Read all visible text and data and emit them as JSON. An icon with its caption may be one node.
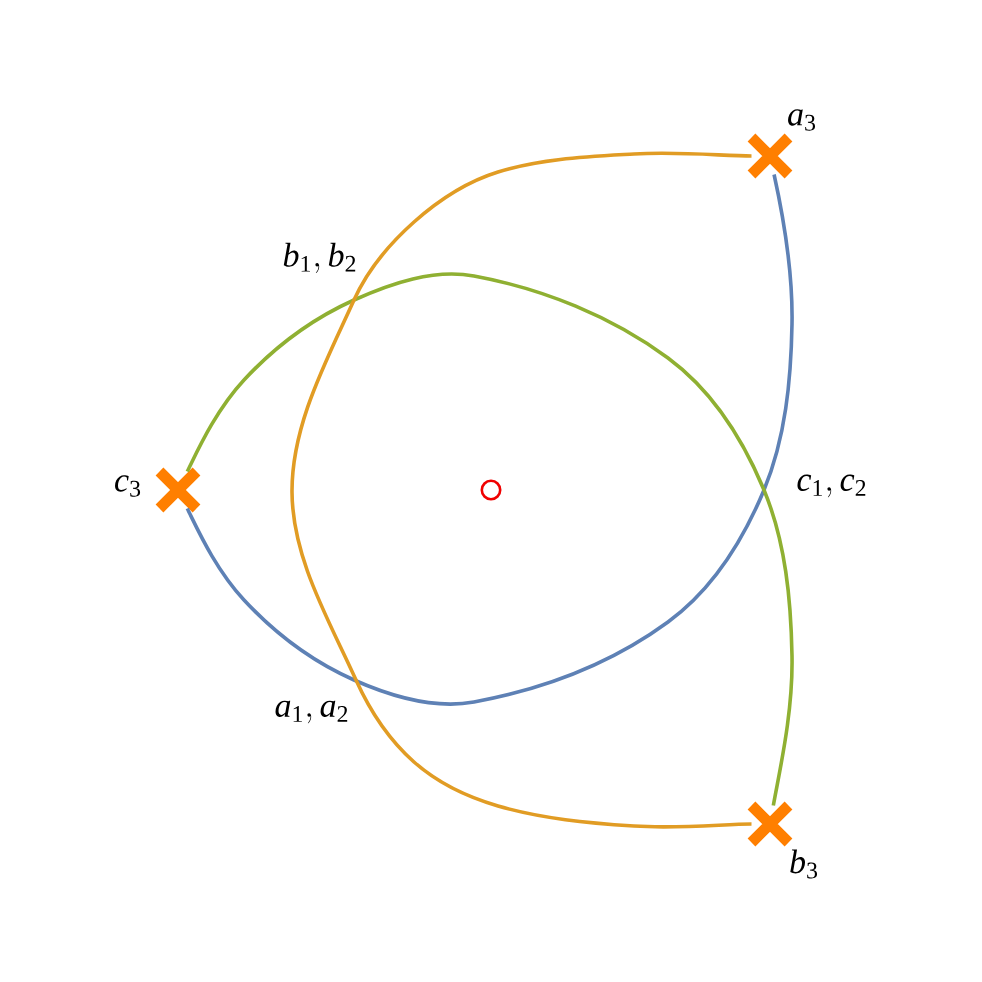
{
  "diagram": {
    "nodes": [
      {
        "text": [],
        "shape": "cross",
        "beside": [
          "a_3"
        ]
      },
      {
        "text": [],
        "shape": "cross",
        "beside": [
          "c_3"
        ]
      },
      {
        "text": [],
        "shape": "cross",
        "beside": [
          "b_3"
        ]
      }
    ],
    "edges": [
      {
        "from": 0,
        "to": 1,
        "arrow": "none",
        "color": "#5e81b5"
      },
      {
        "from": 1,
        "to": 2,
        "arrow": "none",
        "color": "#8fb032"
      },
      {
        "from": 2,
        "to": 0,
        "arrow": "none",
        "color": "#e19c24"
      }
    ],
    "labels": [
      "b_1, b_2",
      "c_1, c_2",
      "a_1, a_2"
    ]
  }
}
